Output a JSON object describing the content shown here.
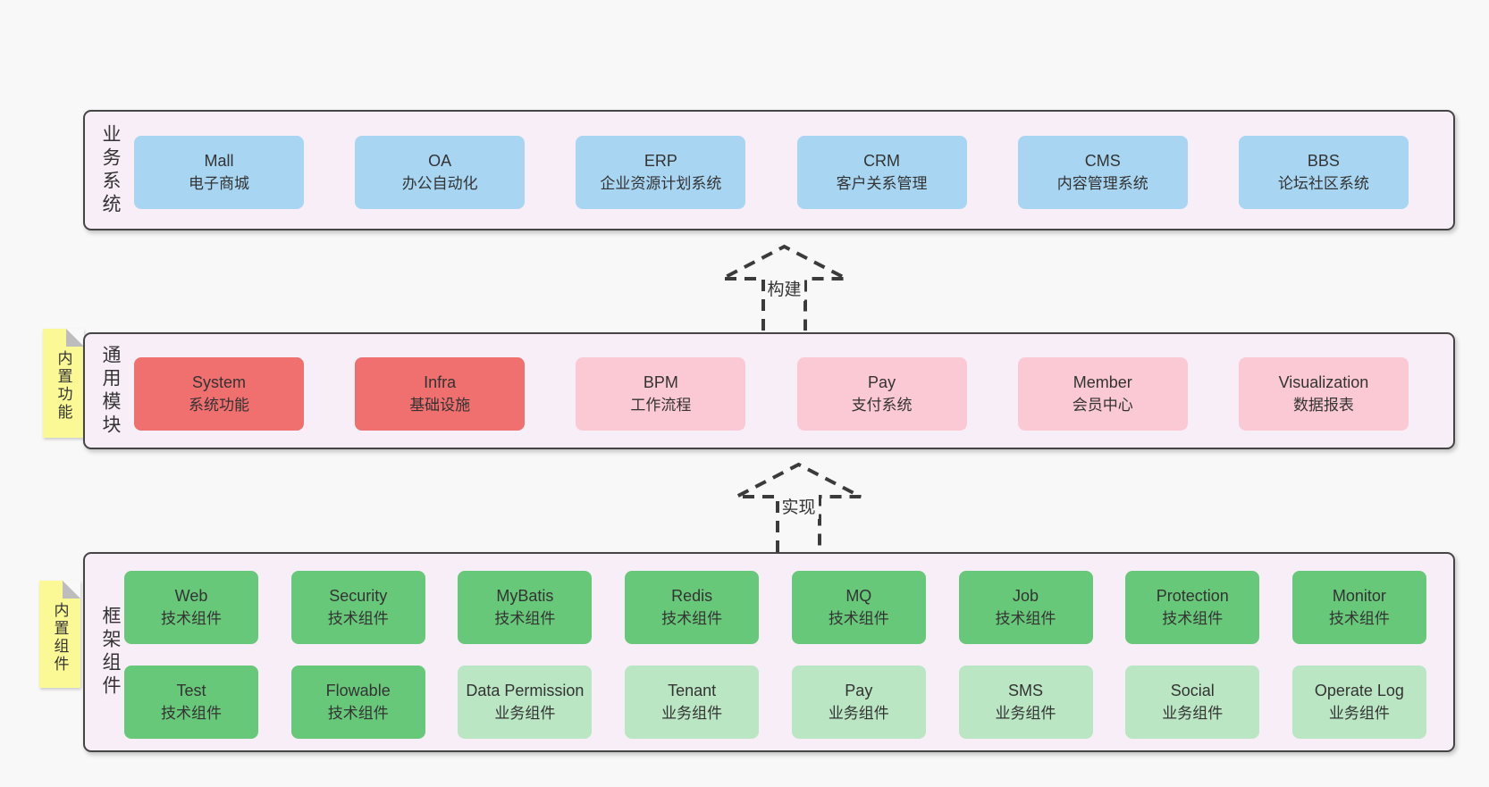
{
  "palette": {
    "page_bg": "#f8f8f8",
    "panel_bg": "#f8eef7",
    "panel_border": "#454545",
    "blue": "#a8d6f2",
    "red": "#f06f6f",
    "pink": "#fac9d4",
    "green": "#68c87a",
    "light_green": "#bae6c4",
    "sticky_yellow": "#fbf996",
    "sticky_fold": "#bdbdbd",
    "text": "#333333",
    "arrow": "#3b3b3b"
  },
  "business": {
    "label": "业务系统",
    "items": [
      {
        "en": "Mall",
        "zh": "电子商城",
        "variant": "blue"
      },
      {
        "en": "OA",
        "zh": "办公自动化",
        "variant": "blue"
      },
      {
        "en": "ERP",
        "zh": "企业资源计划系统",
        "variant": "blue"
      },
      {
        "en": "CRM",
        "zh": "客户关系管理",
        "variant": "blue"
      },
      {
        "en": "CMS",
        "zh": "内容管理系统",
        "variant": "blue"
      },
      {
        "en": "BBS",
        "zh": "论坛社区系统",
        "variant": "blue"
      }
    ]
  },
  "build_arrow": {
    "label": "构建"
  },
  "modules": {
    "label": "通用模块",
    "sticky": "内置功能",
    "items": [
      {
        "en": "System",
        "zh": "系统功能",
        "variant": "red"
      },
      {
        "en": "Infra",
        "zh": "基础设施",
        "variant": "red"
      },
      {
        "en": "BPM",
        "zh": "工作流程",
        "variant": "pink"
      },
      {
        "en": "Pay",
        "zh": "支付系统",
        "variant": "pink"
      },
      {
        "en": "Member",
        "zh": "会员中心",
        "variant": "pink"
      },
      {
        "en": "Visualization",
        "zh": "数据报表",
        "variant": "pink"
      }
    ]
  },
  "implement_arrow": {
    "label": "实现"
  },
  "framework": {
    "label": "框架组件",
    "sticky": "内置组件",
    "row1": [
      {
        "en": "Web",
        "zh": "技术组件",
        "variant": "green"
      },
      {
        "en": "Security",
        "zh": "技术组件",
        "variant": "green"
      },
      {
        "en": "MyBatis",
        "zh": "技术组件",
        "variant": "green"
      },
      {
        "en": "Redis",
        "zh": "技术组件",
        "variant": "green"
      },
      {
        "en": "MQ",
        "zh": "技术组件",
        "variant": "green"
      },
      {
        "en": "Job",
        "zh": "技术组件",
        "variant": "green"
      },
      {
        "en": "Protection",
        "zh": "技术组件",
        "variant": "green"
      },
      {
        "en": "Monitor",
        "zh": "技术组件",
        "variant": "green"
      }
    ],
    "row2": [
      {
        "en": "Test",
        "zh": "技术组件",
        "variant": "green"
      },
      {
        "en": "Flowable",
        "zh": "技术组件",
        "variant": "green"
      },
      {
        "en": "Data Permission",
        "zh": "业务组件",
        "variant": "light_green"
      },
      {
        "en": "Tenant",
        "zh": "业务组件",
        "variant": "light_green"
      },
      {
        "en": "Pay",
        "zh": "业务组件",
        "variant": "light_green"
      },
      {
        "en": "SMS",
        "zh": "业务组件",
        "variant": "light_green"
      },
      {
        "en": "Social",
        "zh": "业务组件",
        "variant": "light_green"
      },
      {
        "en": "Operate Log",
        "zh": "业务组件",
        "variant": "light_green"
      }
    ]
  }
}
